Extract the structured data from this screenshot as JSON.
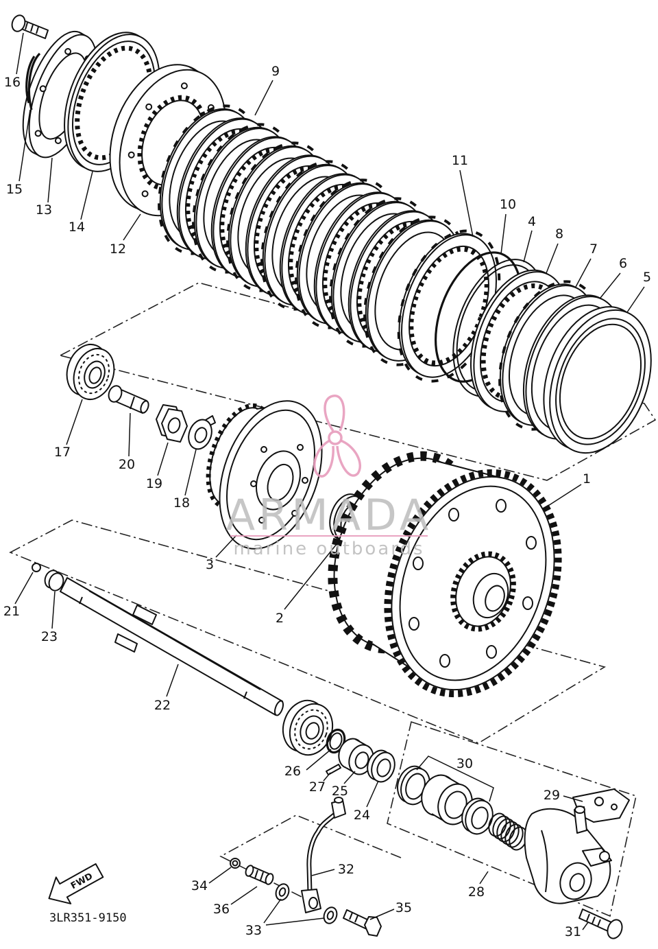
{
  "diagram_code": "3LR351-9150",
  "fwd_label": "FWD",
  "watermark": {
    "brand": "ARMADA",
    "tagline": "marine outboards"
  },
  "colors": {
    "line": "#111111",
    "background": "#ffffff",
    "watermark_logo": "#e79bbb",
    "watermark_text": "#bdbdbd"
  },
  "callouts": [
    "1",
    "2",
    "3",
    "4",
    "5",
    "6",
    "7",
    "8",
    "9",
    "10",
    "11",
    "12",
    "13",
    "14",
    "15",
    "16",
    "17",
    "18",
    "19",
    "20",
    "21",
    "22",
    "23",
    "24",
    "25",
    "26",
    "27",
    "28",
    "29",
    "30",
    "31",
    "32",
    "33",
    "34",
    "35",
    "36"
  ]
}
